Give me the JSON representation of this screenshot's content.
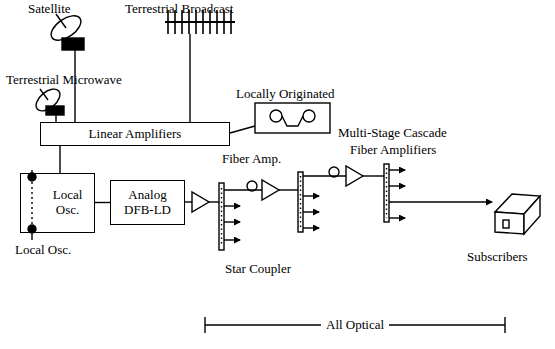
{
  "diagram": {
    "nodes": [
      {
        "text": [
          "Linear Amplifiers"
        ]
      },
      {
        "text": [
          "Local Osc."
        ]
      },
      {
        "text": [
          "Analog DFB-LD"
        ]
      }
    ],
    "edges": [
      {
        "from": 0,
        "to": 1,
        "arrow": "none"
      },
      {
        "from": 1,
        "to": 2,
        "arrow": "none"
      }
    ],
    "labels": [
      "Satellite",
      "Terrestrial Broadcast",
      "Terrestrial Microwave",
      "Locally Originated",
      "Multi-Stage Cascade",
      "Fiber Amplifiers",
      "Fiber Amp.",
      "Local Osc.",
      "Star Coupler",
      "Subscribers",
      "All Optical"
    ]
  }
}
